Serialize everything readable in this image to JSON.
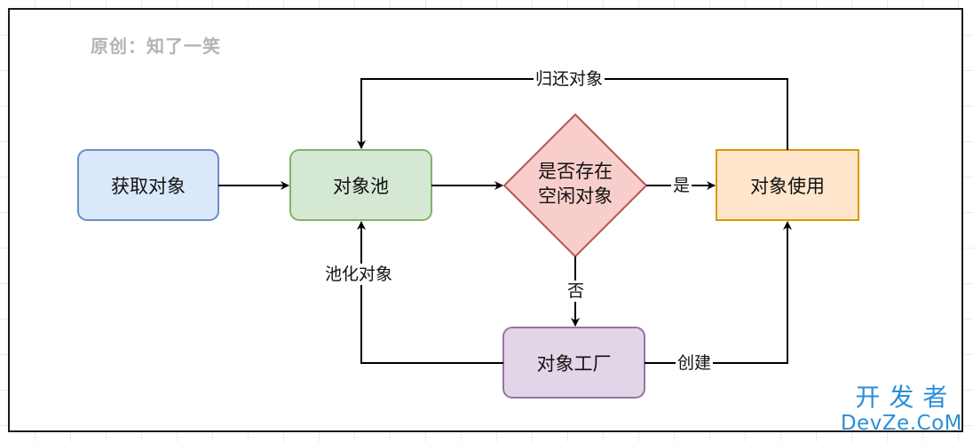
{
  "credit": "原创：知了一笑",
  "nodes": {
    "acquire": "获取对象",
    "pool": "对象池",
    "decision": "是否存在",
    "decision2": "空闲对象",
    "use": "对象使用",
    "factory": "对象工厂"
  },
  "edge_labels": {
    "return": "归还对象",
    "yes": "是",
    "no": "否",
    "pooling": "池化对象",
    "create": "创建"
  },
  "watermark": {
    "cn": "开发者",
    "en": "DevZe.CoM"
  },
  "colors": {
    "blue_fill": "#dae8fc",
    "blue_stroke": "#6c8ebf",
    "green_fill": "#d5e8d4",
    "green_stroke": "#82b366",
    "red_fill": "#f8cecc",
    "red_stroke": "#b85450",
    "orange_fill": "#ffe6cc",
    "orange_stroke": "#d79b00",
    "purple_fill": "#e1d5e7",
    "purple_stroke": "#9673a6",
    "watermark": "#2a8fd8"
  }
}
